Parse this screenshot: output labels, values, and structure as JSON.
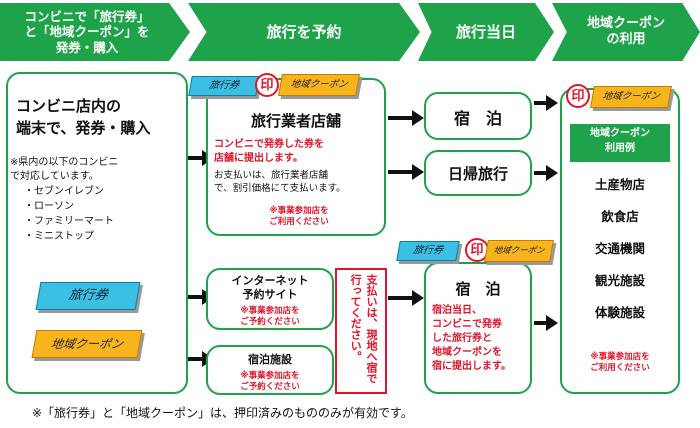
{
  "header": {
    "step1": "コンビニで「旅行券」\nと「地域クーポン」を\n発券・購入",
    "step2": "旅行を予約",
    "step3": "旅行当日",
    "step4": "地域クーポン\nの利用"
  },
  "left": {
    "title": "コンビニ店内の\n端末で、発券・購入",
    "note": "※県内の以下のコンビニ\nで対応しています。",
    "stores": [
      "・セブンイレブン",
      "・ローソン",
      "・ファミリーマート",
      "・ミニストップ"
    ],
    "ticket": "旅行券",
    "coupon": "地域クーポン"
  },
  "labels": {
    "ticket": "旅行券",
    "coupon": "地域クーポン",
    "seal": "印"
  },
  "agency": {
    "title": "旅行業者店舗",
    "red": "コンビニで発券した券を\n店舗に提出します。",
    "body": "お支払いは、旅行業者店舗\nで、割引価格にて支払います。",
    "note": "※事業参加店を\nご利用ください"
  },
  "internet": {
    "title": "インターネット\n予約サイト",
    "note": "※事業参加店を\nご予約ください"
  },
  "lodging_reserve": {
    "title": "宿泊施設",
    "note": "※事業参加店を\nご予約ください"
  },
  "payment_note": "支払いは、現地へ宿で\n行ってください。",
  "day": {
    "stay": "宿　泊",
    "daytrip": "日帰旅行",
    "stay2": "宿　泊",
    "stay2_red": "宿泊当日、\nコンビニで発券\nした旅行券と\n地域クーポンを\n宿に提出します。"
  },
  "usage": {
    "header": "地域クーポン\n利用例",
    "items": [
      "土産物店",
      "飲食店",
      "交通機関",
      "観光施設",
      "体験施設"
    ],
    "note": "※事業参加店を\nご利用ください"
  },
  "footer": "※「旅行券」と「地域クーポン」は、押印済みのもののみが有効です。"
}
